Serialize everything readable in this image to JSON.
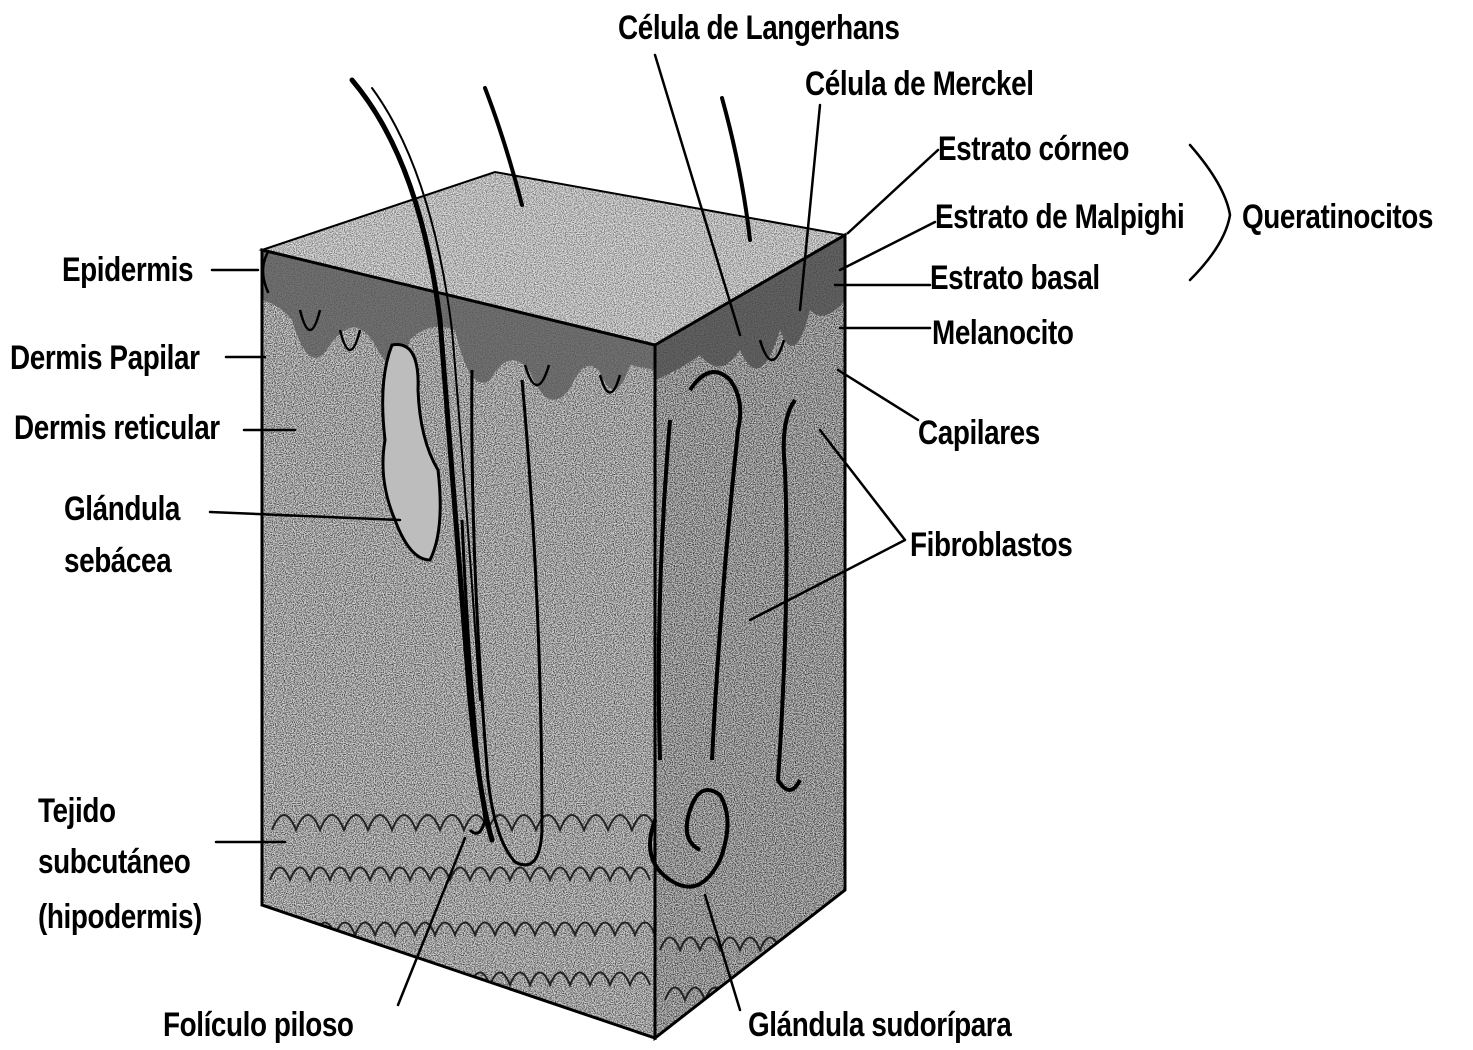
{
  "labels": {
    "langerhans": "Célula de Langerhans",
    "merckel": "Célula de Merckel",
    "corneo": "Estrato córneo",
    "malpighi": "Estrato de Malpighi",
    "queratinocitos": "Queratinocitos",
    "basal": "Estrato basal",
    "melanocito": "Melanocito",
    "capilares": "Capilares",
    "fibroblastos": "Fibroblastos",
    "epidermis": "Epidermis",
    "dermis_papilar": "Dermis Papilar",
    "dermis_reticular": "Dermis reticular",
    "glandula_sebacea_1": "Glándula",
    "glandula_sebacea_2": "sebácea",
    "tejido_1": "Tejido",
    "tejido_2": "subcutáneo",
    "tejido_3": "(hipodermis)",
    "foliculo": "Folículo piloso",
    "sudoripara": "Glándula sudorípara"
  },
  "colors": {
    "ink": "#000000",
    "tissue_light": "#d9d9d9",
    "tissue_mid": "#b5b5b5",
    "tissue_dark": "#6e6e6e"
  }
}
